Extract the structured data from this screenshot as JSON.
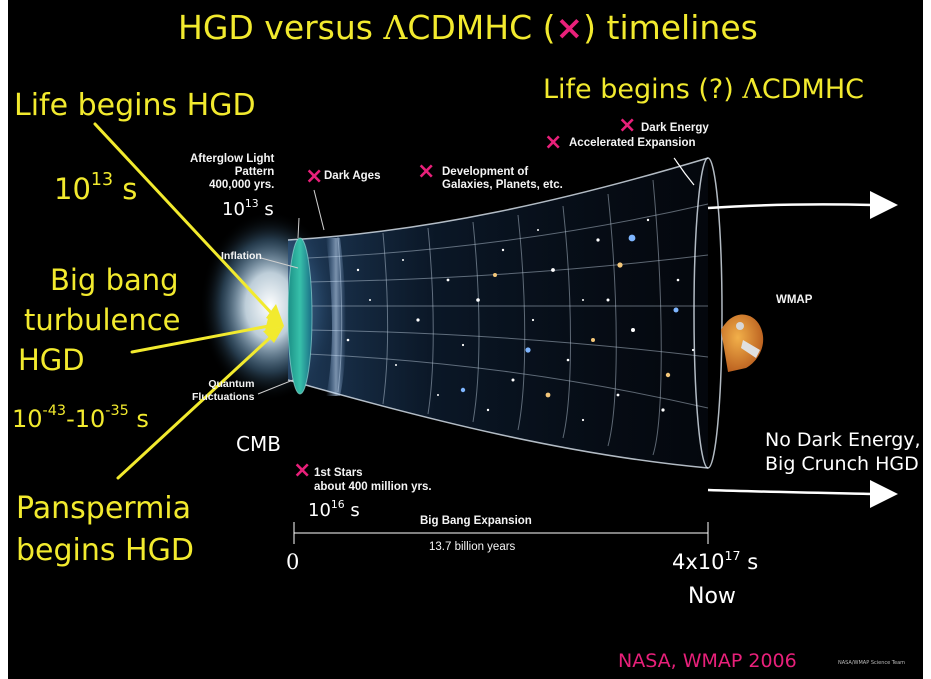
{
  "title": {
    "part1": "HGD versus ",
    "lambda": "Λ",
    "part2": "CDMHC (",
    "mark": "×",
    "part3": ") timelines"
  },
  "left": {
    "life_begins": "Life begins HGD",
    "t13_base": "10",
    "t13_exp": "13",
    "t13_unit": " s",
    "bigbang_1": "Big bang",
    "bigbang_2": "turbulence",
    "bigbang_3": "HGD",
    "t43_a": "10",
    "t43_a_exp": "-43",
    "t43_dash": "-10",
    "t43_b_exp": "-35",
    "t43_unit": " s",
    "panspermia_1": "Panspermia",
    "panspermia_2": "begins HGD"
  },
  "right": {
    "life_begins_prefix": "Life begins (?) ",
    "life_begins_lambda": "Λ",
    "life_begins_suffix": "CDMHC",
    "no_dark_energy_1": "No Dark Energy,",
    "no_dark_energy_2": "Big Crunch HGD",
    "wmap": "WMAP"
  },
  "labels": {
    "afterglow_1": "Afterglow Light",
    "afterglow_2": "Pattern",
    "afterglow_3": "400,000 yrs.",
    "afterglow_t_base": "10",
    "afterglow_t_exp": "13",
    "afterglow_t_unit": " s",
    "dark_ages": "Dark Ages",
    "development_1": "Development of",
    "development_2": "Galaxies, Planets, etc.",
    "dark_energy_1": "Dark Energy",
    "dark_energy_2": "Accelerated Expansion",
    "inflation": "Inflation",
    "quantum_1": "Quantum",
    "quantum_2": "Fluctuations",
    "cmb": "CMB",
    "first_stars_1": "1st Stars",
    "first_stars_2": "about 400 million yrs.",
    "first_stars_t_base": "10",
    "first_stars_t_exp": "16",
    "first_stars_t_unit": " s"
  },
  "timeline": {
    "expansion_label": "Big Bang Expansion",
    "duration_label": "13.7 billion years",
    "start": "0",
    "end_base": "4x10",
    "end_exp": "17",
    "end_unit": " s",
    "now": "Now"
  },
  "credit": {
    "main": "NASA, WMAP 2006",
    "fine": "NASA/WMAP Science Team"
  },
  "mark_symbol": "×",
  "colors": {
    "background": "#000000",
    "yellow_text": "#f2ea2e",
    "pink_mark": "#e8207a",
    "white_text": "#ffffff",
    "cmb_teal": "#2fb5a5"
  }
}
